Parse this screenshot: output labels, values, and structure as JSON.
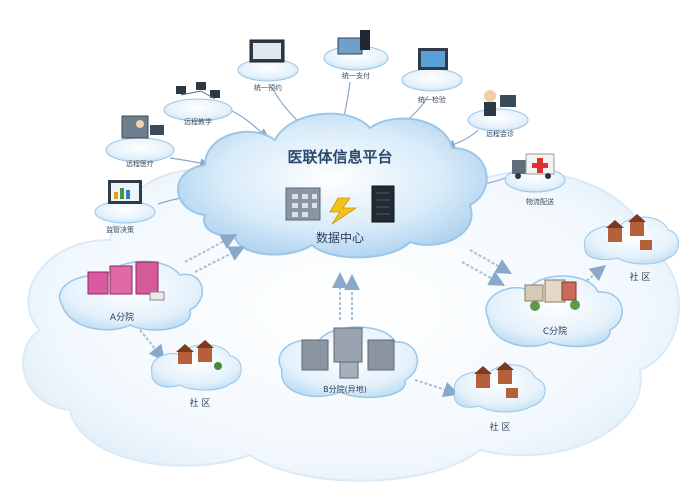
{
  "platform": {
    "title": "医联体信息平台",
    "center_label": "数据中心"
  },
  "services": {
    "remote_teaching": "远程教学",
    "unified_appointment": "统一预约",
    "unified_payment": "统一支付",
    "unified_diagnosis": "统一检验",
    "remote_consultation": "远程会诊",
    "remote_medical": "远程医疗",
    "supervision_decision": "监管决策",
    "logistics": "物流配送"
  },
  "hospitals": {
    "a_branch": "A分院",
    "b_branch": "B分院(异地)",
    "c_branch": "C分院"
  },
  "community": {
    "label": "社 区"
  },
  "colors": {
    "cloud_fill": "#dcecf8",
    "cloud_edge": "#9cc6e8",
    "main_cloud": "#c9e2f5",
    "arrow": "#8aa8c8",
    "title": "#2c4a6e"
  }
}
